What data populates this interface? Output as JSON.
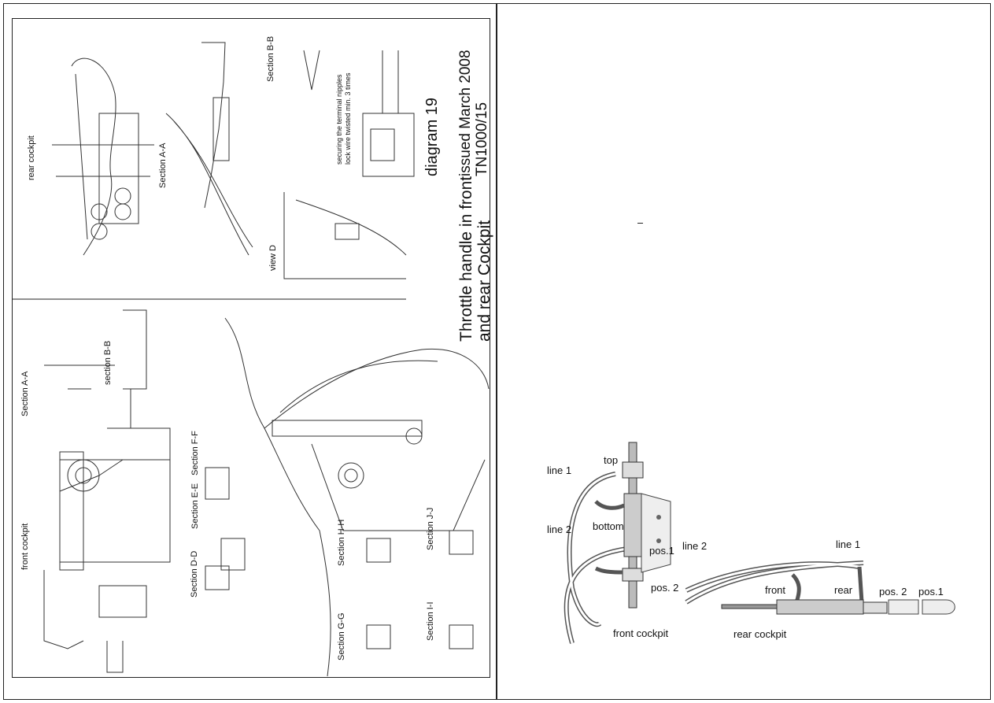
{
  "left_sheet": {
    "title_line1": "Throttle handle in front",
    "title_line2": "and rear Cockpit",
    "diagram_no": "diagram 19",
    "issued": "issued March 2008",
    "tn": "TN1000/15",
    "rear": {
      "rear_cockpit": "rear cockpit",
      "section_aa": "Section A-A",
      "section_bb": "Section B-B",
      "view_d": "view D",
      "lock_note_1": "securing the terminal nipples",
      "lock_note_2": "lock wire twisted min. 3 times"
    },
    "front": {
      "front_cockpit": "front cockpit",
      "section_aa": "Section A-A",
      "section_bb": "section B-B",
      "section_dd": "Section D-D",
      "section_ee": "Section E-E",
      "section_ff": "Section F-F",
      "section_gg": "Section G-G",
      "section_hh": "Section H-H",
      "section_ii": "Section I-I",
      "section_jj": "Section J-J"
    }
  },
  "right_sheet": {
    "front_photo": {
      "line1": "line 1",
      "top": "top",
      "line2": "line 2",
      "bottom": "bottom",
      "pos1": "pos.1",
      "pos2": "pos. 2",
      "caption": "front cockpit"
    },
    "rear_photo": {
      "line2": "line 2",
      "line1": "line 1",
      "front": "front",
      "rear": "rear",
      "pos2": "pos. 2",
      "pos1": "pos.1",
      "caption": "rear cockpit"
    }
  }
}
